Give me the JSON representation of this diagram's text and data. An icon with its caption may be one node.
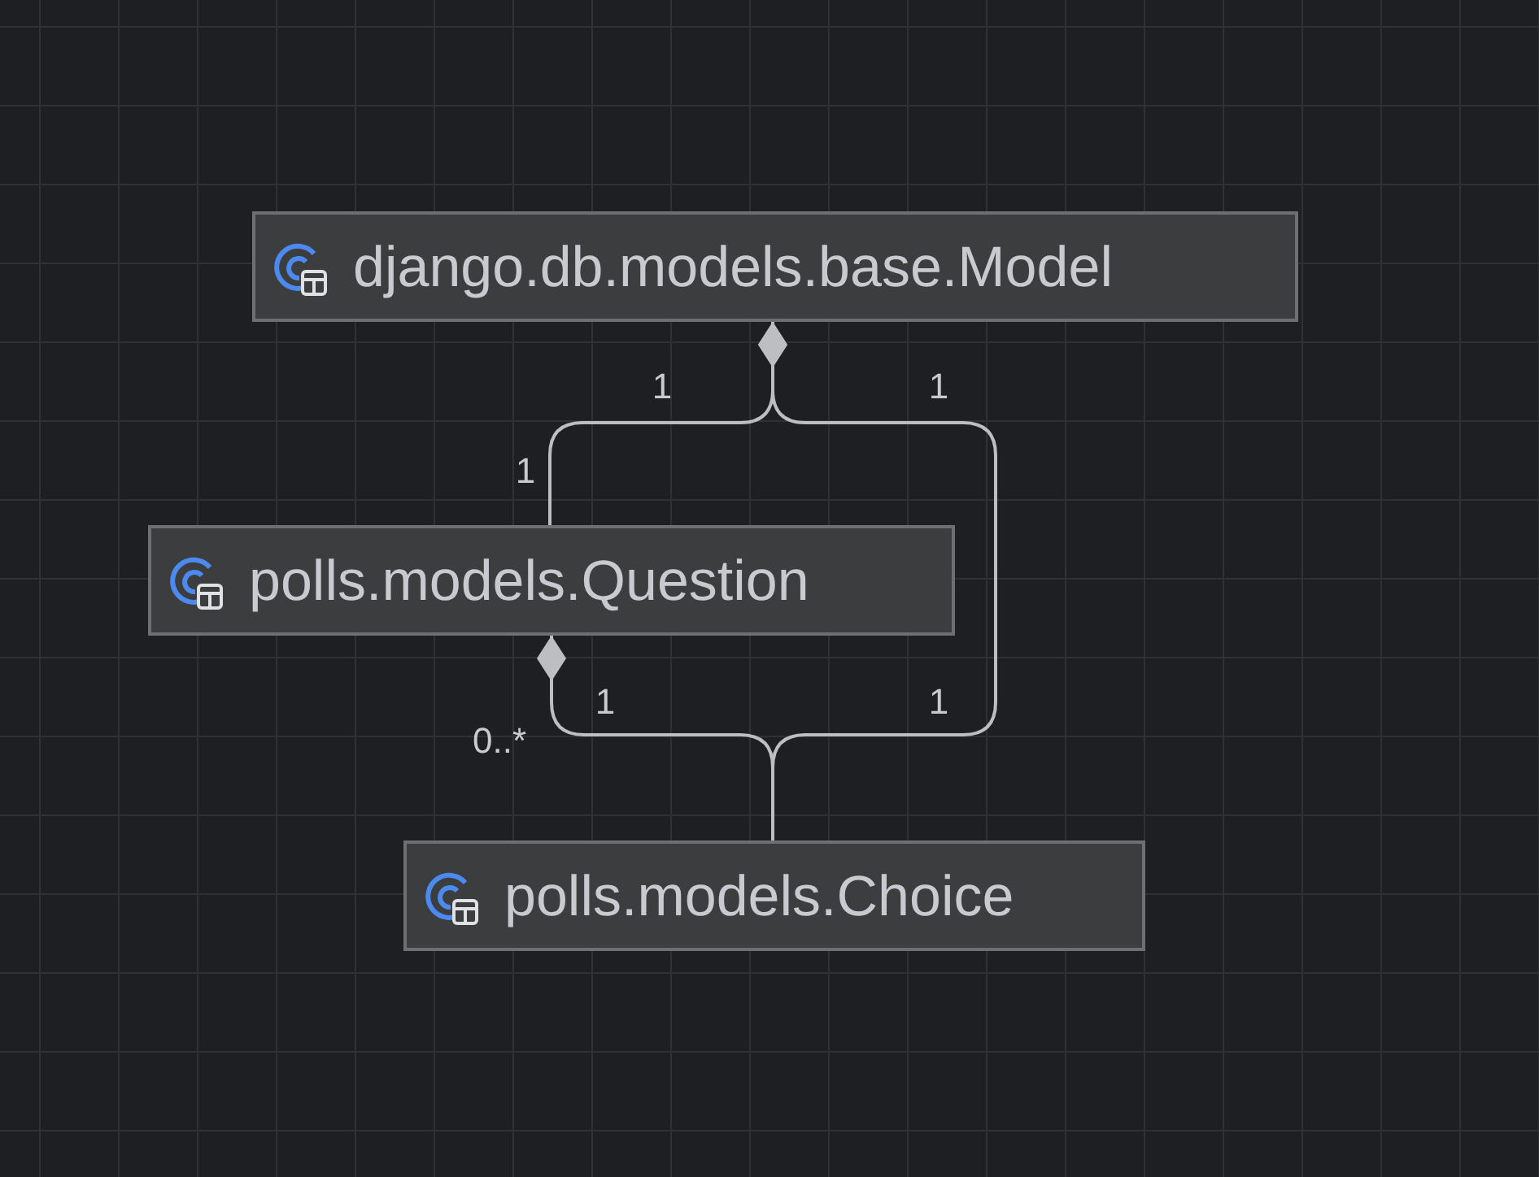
{
  "diagram": {
    "nodes": [
      {
        "text": [
          "django.db.models.base.Model"
        ]
      },
      {
        "text": [
          "polls.models.Question"
        ]
      },
      {
        "text": [
          "polls.models.Choice"
        ]
      }
    ],
    "edges": [
      {
        "from": 0,
        "to": 1,
        "arrow": "other"
      },
      {
        "from": 0,
        "to": 2,
        "arrow": "other"
      },
      {
        "from": 1,
        "to": 2,
        "arrow": "other"
      }
    ],
    "labels": [
      "1",
      "1",
      "1",
      "1",
      "1",
      "0..*"
    ]
  }
}
